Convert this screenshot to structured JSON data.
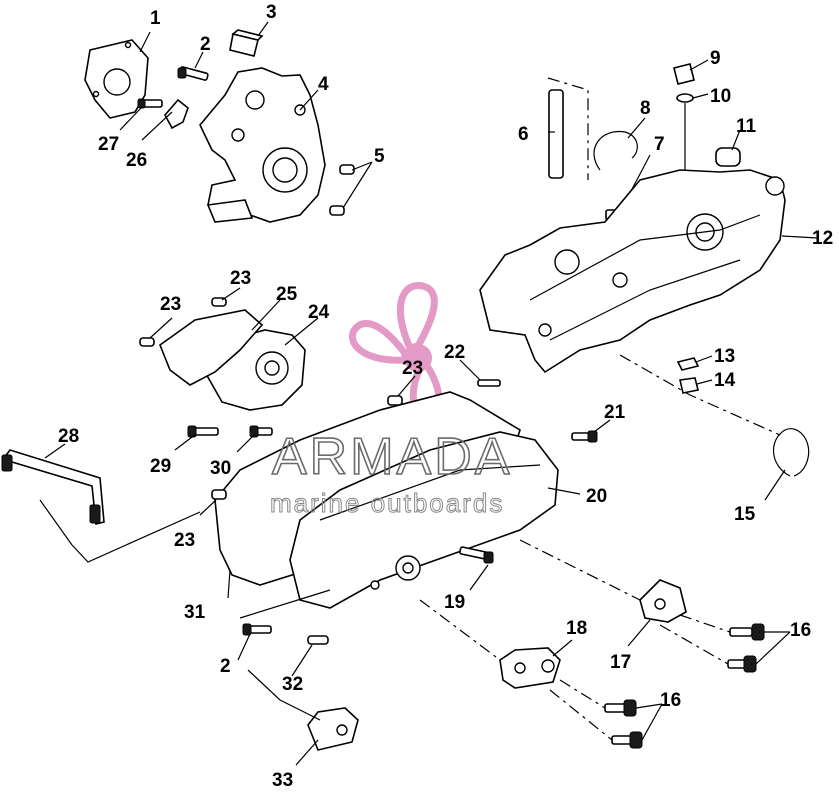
{
  "watermark": {
    "brand": "ARMADA",
    "tagline": "marine outboards",
    "logo_color": "#e39ac6"
  },
  "callouts": [
    {
      "id": "c1",
      "label": "1"
    },
    {
      "id": "c2a",
      "label": "2"
    },
    {
      "id": "c3",
      "label": "3"
    },
    {
      "id": "c4",
      "label": "4"
    },
    {
      "id": "c5",
      "label": "5"
    },
    {
      "id": "c6",
      "label": "6"
    },
    {
      "id": "c7",
      "label": "7"
    },
    {
      "id": "c8",
      "label": "8"
    },
    {
      "id": "c9",
      "label": "9"
    },
    {
      "id": "c10",
      "label": "10"
    },
    {
      "id": "c11",
      "label": "11"
    },
    {
      "id": "c12",
      "label": "12"
    },
    {
      "id": "c13",
      "label": "13"
    },
    {
      "id": "c14",
      "label": "14"
    },
    {
      "id": "c15",
      "label": "15"
    },
    {
      "id": "c16a",
      "label": "16"
    },
    {
      "id": "c16b",
      "label": "16"
    },
    {
      "id": "c17",
      "label": "17"
    },
    {
      "id": "c18",
      "label": "18"
    },
    {
      "id": "c19",
      "label": "19"
    },
    {
      "id": "c20",
      "label": "20"
    },
    {
      "id": "c21",
      "label": "21"
    },
    {
      "id": "c22",
      "label": "22"
    },
    {
      "id": "c23a",
      "label": "23"
    },
    {
      "id": "c23b",
      "label": "23"
    },
    {
      "id": "c23c",
      "label": "23"
    },
    {
      "id": "c23d",
      "label": "23"
    },
    {
      "id": "c24",
      "label": "24"
    },
    {
      "id": "c25",
      "label": "25"
    },
    {
      "id": "c26",
      "label": "26"
    },
    {
      "id": "c27",
      "label": "27"
    },
    {
      "id": "c28",
      "label": "28"
    },
    {
      "id": "c29",
      "label": "29"
    },
    {
      "id": "c30",
      "label": "30"
    },
    {
      "id": "c31",
      "label": "31"
    },
    {
      "id": "c2b",
      "label": "2"
    },
    {
      "id": "c32",
      "label": "32"
    },
    {
      "id": "c33",
      "label": "33"
    }
  ]
}
